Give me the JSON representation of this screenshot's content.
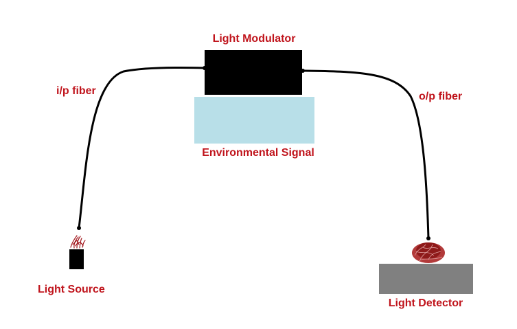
{
  "diagram": {
    "labels": {
      "modulator": "Light Modulator",
      "input_fiber": "i/p fiber",
      "output_fiber": "o/p fiber",
      "environmental_signal": "Environmental Signal",
      "source": "Light Source",
      "detector": "Light Detector"
    },
    "colors": {
      "label_text": "#c0141c",
      "modulator_block": "#000000",
      "environment_panel": "#b8dfe8",
      "detector_base": "#808080",
      "fiber": "#000000",
      "light_emission": "#a01218"
    }
  }
}
